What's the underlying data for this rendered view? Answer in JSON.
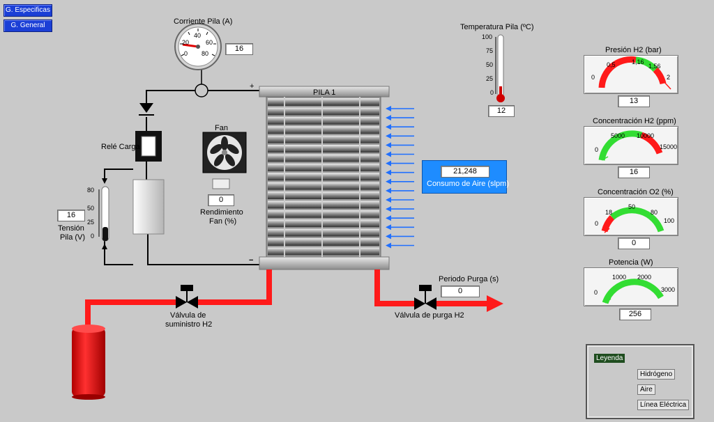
{
  "nav": {
    "specific_label": "G. Especificas",
    "general_label": "G. General"
  },
  "current": {
    "title": "Corriente Pila (A)",
    "value": "16",
    "ticks": [
      "0",
      "20",
      "40",
      "60",
      "80"
    ]
  },
  "temperature": {
    "title": "Temperatura Pila (ºC)",
    "value": "12",
    "ticks": [
      "100",
      "75",
      "50",
      "25",
      "0"
    ]
  },
  "stack": {
    "title": "PILA 1",
    "plus": "+",
    "minus": "−"
  },
  "relay": {
    "label": "Relé Carga"
  },
  "fan": {
    "title": "Fan",
    "value": "0",
    "perf_label_1": "Rendimiento",
    "perf_label_2": "Fan (%)"
  },
  "voltage": {
    "value": "16",
    "label_1": "Tensión",
    "label_2": "Pila (V)",
    "ticks": [
      "80",
      "50",
      "25",
      "0"
    ]
  },
  "air": {
    "value": "21,248",
    "label": "Consumo de Aire (slpm)"
  },
  "supply_valve": {
    "label_1": "Válvula de",
    "label_2": "suministro H2"
  },
  "purge": {
    "period_label": "Periodo Purga (s)",
    "period_value": "0",
    "valve_label": "Válvula de purga H2"
  },
  "gauges": {
    "h2_pressure": {
      "title": "Presión H2 (bar)",
      "value": "13",
      "ticks": [
        "0",
        "0,5",
        "1,16",
        "1,56",
        "2"
      ]
    },
    "h2_conc": {
      "title": "Concentración H2 (ppm)",
      "value": "16",
      "ticks": [
        "0",
        "5000",
        "10000",
        "15000"
      ]
    },
    "o2_conc": {
      "title": "Concentración O2 (%)",
      "value": "0",
      "ticks": [
        "0",
        "18",
        "50",
        "80",
        "100"
      ]
    },
    "power": {
      "title": "Potencia (W)",
      "value": "256",
      "ticks": [
        "0",
        "1000",
        "2000",
        "3000"
      ]
    }
  },
  "legend": {
    "title": "Leyenda",
    "hydrogen": "Hidrógeno",
    "air": "Aire",
    "electric": "Línea  Eléctrica"
  },
  "colors": {
    "hydrogen": "#ff1a1a",
    "air": "#1f6fff",
    "electric": "#000000",
    "gauge_green": "#33dd33",
    "button_blue": "#1b3fd6"
  }
}
